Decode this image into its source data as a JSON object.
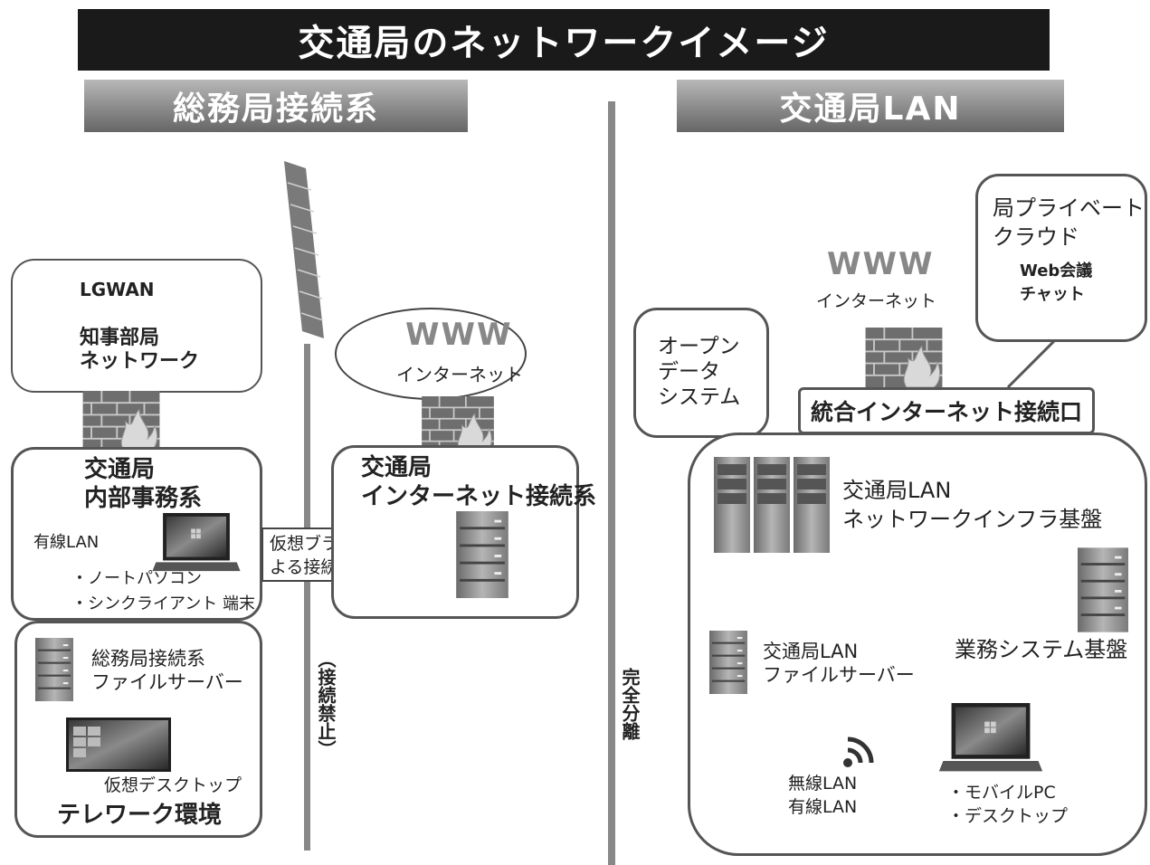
{
  "title": "交通局のネットワークイメージ",
  "left_header": "総務局接続系",
  "right_header": "交通局LAN",
  "lgwan": {
    "line1": "LGWAN",
    "line2": "知事部局",
    "line3": "ネットワーク"
  },
  "internet_left": {
    "www": "WWW",
    "label": "インターネット"
  },
  "internal_office": {
    "title1": "交通局",
    "title2": "内部事務系",
    "wired": "有線LAN",
    "item1": "・ノートパソコン",
    "item2": "・シンクライアント 端末"
  },
  "arrow_label": {
    "line1": "仮想ブラウザに",
    "line2": "よる接続のみ許可"
  },
  "internet_conn": {
    "title1": "交通局",
    "title2": "インターネット接続系"
  },
  "telework": {
    "server1": "総務局接続系",
    "server2": "ファイルサーバー",
    "desktop": "仮想デスクトップ",
    "title": "テレワーク環境"
  },
  "no_connection": "（接続禁止）",
  "complete_separation": "完全分離",
  "private_cloud": {
    "line1": "局プライベート",
    "line2": "クラウド",
    "line3": "Web会議",
    "line4": "チャット"
  },
  "internet_right": {
    "www": "WWW",
    "label": "インターネット"
  },
  "open_data": {
    "line1": "オープン",
    "line2": "データ",
    "line3": "システム"
  },
  "unified_gateway": "統合インターネット接続口",
  "lan_infra": {
    "line1": "交通局LAN",
    "line2": "ネットワークインフラ基盤"
  },
  "business_system": "業務システム基盤",
  "lan_file_server": {
    "line1": "交通局LAN",
    "line2": "ファイルサーバー"
  },
  "wireless": {
    "line1": "無線LAN",
    "line2": "有線LAN"
  },
  "mobile": {
    "item1": "・モバイルPC",
    "item2": "・デスクトップ"
  },
  "icons": [
    "firewall-icon",
    "server-icon",
    "laptop-icon",
    "wifi-icon",
    "server-rack-icon",
    "virtual-desktop-icon"
  ]
}
